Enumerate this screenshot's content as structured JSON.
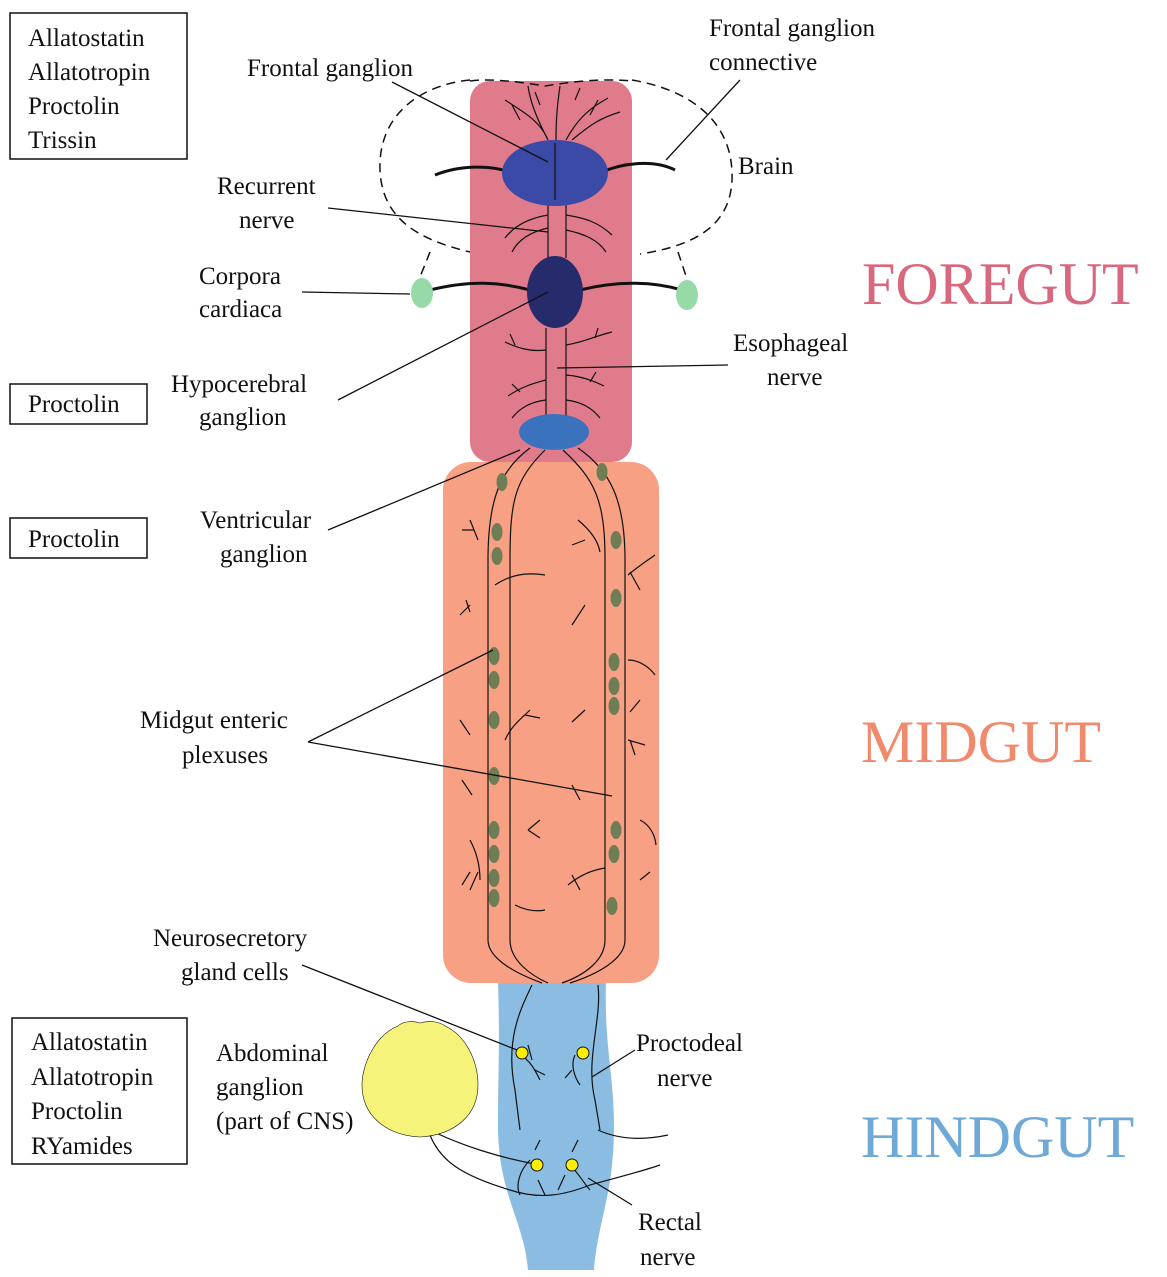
{
  "boxes": {
    "top_left": [
      "Allatostatin",
      "Allatotropin",
      "Proctolin",
      "Trissin"
    ],
    "hypocerebral": [
      "Proctolin"
    ],
    "ventricular": [
      "Proctolin"
    ],
    "bottom_left": [
      "Allatostatin",
      "Allatotropin",
      "Proctolin",
      "RYamides"
    ]
  },
  "regions": {
    "foregut": "FOREGUT",
    "midgut": "MIDGUT",
    "hindgut": "HINDGUT"
  },
  "labels": {
    "frontal_ganglion": "Frontal ganglion",
    "frontal_connective_1": "Frontal ganglion",
    "frontal_connective_2": "connective",
    "brain": "Brain",
    "recurrent_1": "Recurrent",
    "recurrent_2": "nerve",
    "corpora_1": "Corpora",
    "corpora_2": "cardiaca",
    "hypocerebral_1": "Hypocerebral",
    "hypocerebral_2": "ganglion",
    "esophageal_1": "Esophageal",
    "esophageal_2": "nerve",
    "ventricular_1": "Ventricular",
    "ventricular_2": "ganglion",
    "midgut_plexus_1": "Midgut enteric",
    "midgut_plexus_2": "plexuses",
    "neurosecretory_1": "Neurosecretory",
    "neurosecretory_2": "gland cells",
    "abdominal_1": "Abdominal",
    "abdominal_2": "ganglion",
    "abdominal_3": "(part of CNS)",
    "proctodeal_1": "Proctodeal",
    "proctodeal_2": "nerve",
    "rectal_1": "Rectal",
    "rectal_2": "nerve"
  },
  "colors": {
    "foregut": "#e07b8c",
    "midgut": "#f7a083",
    "hindgut": "#8bbde3",
    "foregut_text": "#d9677e",
    "midgut_text": "#f08a6c",
    "hindgut_text": "#6ea9d8",
    "frontal_ganglion": "#3b4aa6",
    "hypocerebral_ganglion": "#262b6b",
    "ventricular_ganglion": "#3a72be",
    "corpora_cardiaca": "#98d9a8",
    "plexus_cells": "#6f7d55",
    "gland_cells": "#ffee00",
    "abdominal_ganglion": "#f6f37a"
  }
}
